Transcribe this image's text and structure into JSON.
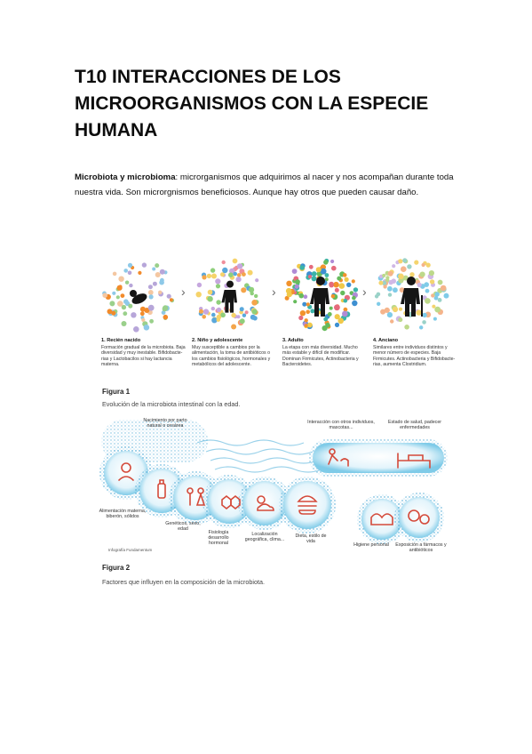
{
  "document": {
    "title_line1": "T10 INTERACCIONES DE LOS",
    "title_line2": "MICROORGANISMOS CON LA ESPECIE",
    "title_line3": "HUMANA",
    "intro_bold": "Microbiota y microbioma",
    "intro_rest": ": microrganismos que adquirimos al nacer y nos acompañan durante toda nuestra vida. Son microrgnismos beneficiosos. Aunque hay otros que pueden causar daño."
  },
  "figure1": {
    "label": "Figura 1",
    "caption": "Evolución de la microbiota intestinal con la edad.",
    "stages": [
      {
        "title": "1. Recién nacido",
        "text": "Formación gradual de la microbiota. Baja diversidad y muy inestable. Bifidobacte-rias y Lactobacilos si hay lactancia materna."
      },
      {
        "title": "2. Niño y adolescente",
        "text": "Muy susceptible a cambios por la alimentación, la toma de antibióticos o los cambios fisiológicos, hormonales y metabólicos del adolescente."
      },
      {
        "title": "3. Adulto",
        "text": "La etapa con más diversidad. Mucho más estable y difícil de modificar. Dominan Firmicutes, Actinobacteria y Bacteroidetes."
      },
      {
        "title": "4. Anciano",
        "text": "Similares entre individuos distintos y menor número de especies. Baja Firmicutes. Actinobacteria y Bifidobacte-rias, aumenta Clostridium."
      }
    ]
  },
  "figure2": {
    "label": "Figura 2",
    "caption": "Factores que influyen en la composición de la microbiota.",
    "credit": "Infografía Fundamentum",
    "labels": {
      "nacimiento": "Nacimiento por parto natural o cesárea",
      "alimentacion": "Alimentación materna, biberón, sólidos",
      "geneticos": "Genéticos, sexo, edad",
      "fisiologia": "Fisiología desarrollo hormonal",
      "localizacion": "Localización geográfica, clima...",
      "dieta": "Dieta, estilo de vida",
      "interaccion": "Interacción con otros individuos, mascotas...",
      "salud": "Estado de salud, padecer enfermedades",
      "higiene": "Higiene personal",
      "exposicion": "Exposición a fármacos y antibióticos"
    }
  }
}
